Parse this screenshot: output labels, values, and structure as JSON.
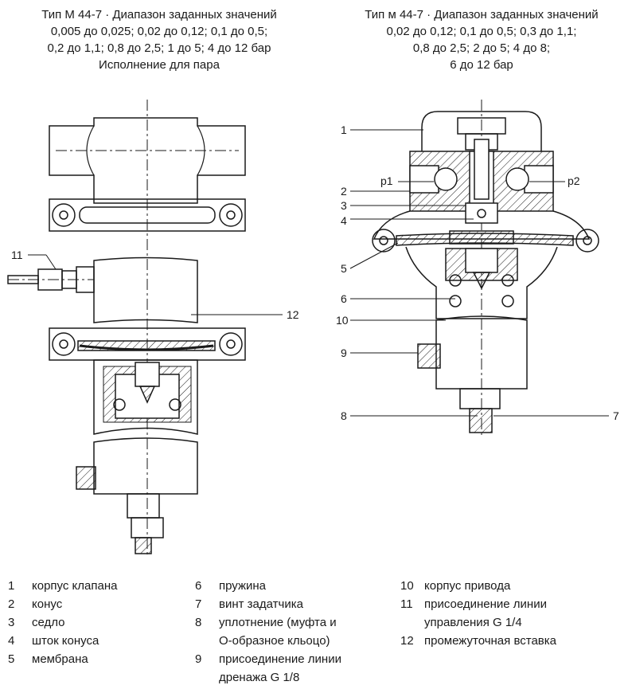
{
  "titles": {
    "left": [
      "Тип М 44-7 · Диапазон заданных значений",
      "0,005 до 0,025; 0,02 до 0,12; 0,1 до 0,5;",
      "0,2 до 1,1; 0,8 до 2,5; 1 до 5; 4 до 12 бар",
      "Исполнение для пара"
    ],
    "right": [
      "Тип м 44-7 · Диапазон заданных значений",
      "0,02 до 0,12; 0,1 до 0,5; 0,3 до 1,1;",
      "0,8 до 2,5; 2 до 5; 4 до 8;",
      "6 до 12 бар"
    ]
  },
  "callouts": {
    "left": {
      "c11": "11",
      "c12": "12"
    },
    "right": {
      "c1": "1",
      "c2": "2",
      "c3": "3",
      "c4": "4",
      "c5": "5",
      "c6": "6",
      "c10": "10",
      "c9": "9",
      "c8": "8",
      "c7": "7",
      "p1": "p1",
      "p2": "p2"
    }
  },
  "legend": {
    "col1": [
      {
        "num": "1",
        "text": "корпус клапана"
      },
      {
        "num": "2",
        "text": "конус"
      },
      {
        "num": "3",
        "text": "седло"
      },
      {
        "num": "4",
        "text": "шток конуса"
      },
      {
        "num": "5",
        "text": "мембрана"
      }
    ],
    "col2": [
      {
        "num": "6",
        "text": "пружина"
      },
      {
        "num": "7",
        "text": "винт задатчика"
      },
      {
        "num": "8",
        "text": "уплотнение (муфта и",
        "cont": "О-образное кльоцо)"
      },
      {
        "num": "9",
        "text": "присоединение линии",
        "cont": "дренажа G 1/8"
      }
    ],
    "col3": [
      {
        "num": "10",
        "text": "корпус привода"
      },
      {
        "num": "11",
        "text": "присоединение линии",
        "cont": "управления G 1/4"
      },
      {
        "num": "12",
        "text": "промежуточная вставка"
      }
    ]
  }
}
